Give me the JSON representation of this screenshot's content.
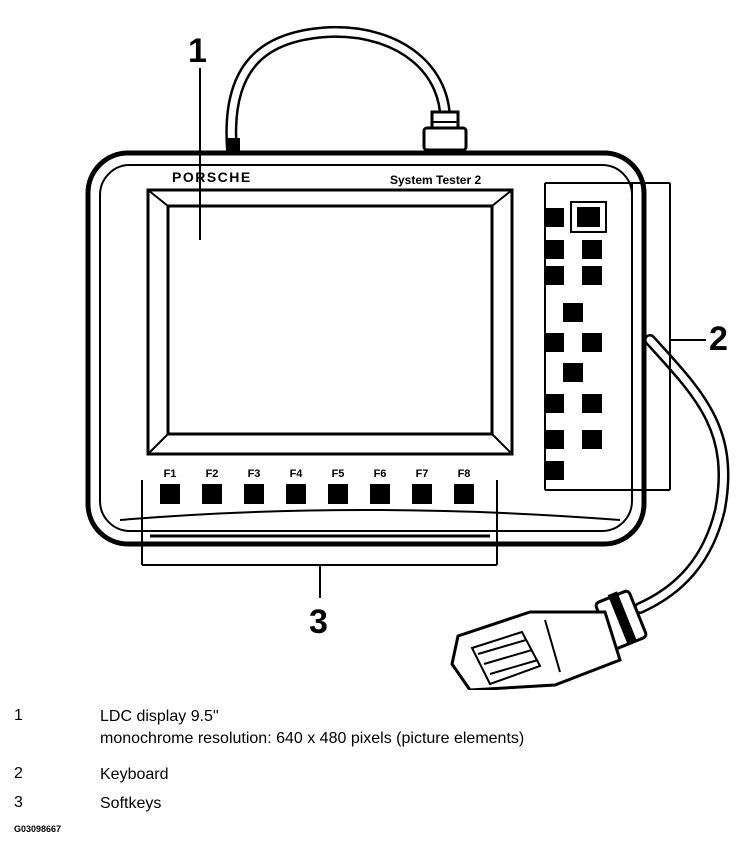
{
  "device": {
    "brand": "PORSCHE",
    "model": "System Tester 2",
    "softkeys": [
      "F1",
      "F2",
      "F3",
      "F4",
      "F5",
      "F6",
      "F7",
      "F8"
    ]
  },
  "callouts": [
    "1",
    "2",
    "3"
  ],
  "legend": [
    {
      "num": "1",
      "line1": "LDC display 9.5\"",
      "line2": "monochrome resolution: 640 x 480 pixels (picture elements)"
    },
    {
      "num": "2",
      "line1": "Keyboard"
    },
    {
      "num": "3",
      "line1": "Softkeys"
    }
  ],
  "figure_id": "G03098667"
}
